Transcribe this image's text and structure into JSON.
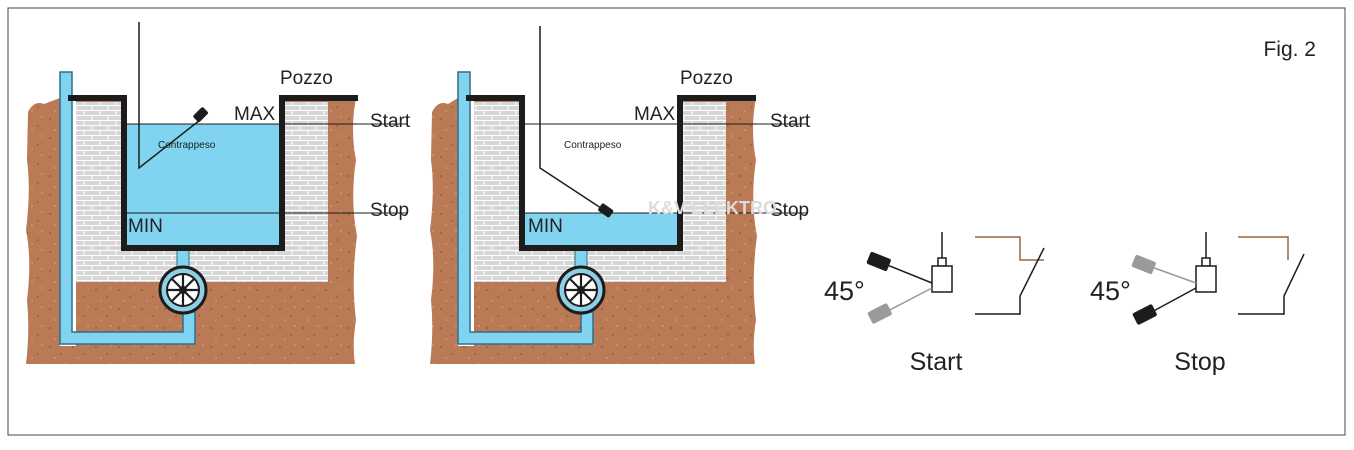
{
  "figure_label": "Fig. 2",
  "colors": {
    "soil": "#b97a55",
    "water": "#80d4f0",
    "brick": "#d4d4d4",
    "wall": "#1c1c1c",
    "float_active": "#1c1c1c",
    "float_inactive": "#9a9a9a",
    "rest_position": "#a0643c"
  },
  "panels": [
    {
      "well_label": "Pozzo",
      "max_label": "MAX",
      "min_label": "MIN",
      "start_label": "Start",
      "stop_label": "Stop",
      "counterweight_label": "Contrappeso"
    },
    {
      "well_label": "Pozzo",
      "max_label": "MAX",
      "min_label": "MIN",
      "start_label": "Start",
      "stop_label": "Stop",
      "counterweight_label": "Contrappeso"
    }
  ],
  "switch_details": [
    {
      "angle_label": "45°",
      "caption": "Start"
    },
    {
      "angle_label": "45°",
      "caption": "Stop"
    }
  ],
  "watermark": "K&V ELEKTRO"
}
